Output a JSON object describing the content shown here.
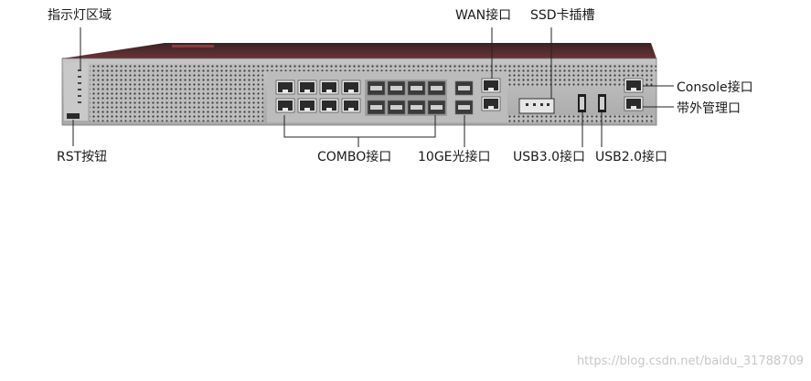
{
  "labels": {
    "indicator_area": "指示灯区域",
    "rst_button": "RST按钮",
    "wan_port": "WAN接口",
    "ssd_slot": "SSD卡插槽",
    "console_port": "Console接口",
    "mgmt_port": "带外管理口",
    "combo_port": "COMBO接口",
    "ge10_port": "10GE光接口",
    "usb3_port": "USB3.0接口",
    "usb2_port": "USB2.0接口"
  },
  "watermark": "https://blog.csdn.net/baidu_31788709",
  "icons": {
    "rj45": "ethernet-port-icon",
    "sfp": "sfp-cage-icon",
    "usb": "usb-port-icon",
    "ssd": "ssd-slot-icon",
    "vent": "vent-grille-icon"
  },
  "colors": {
    "chassis_top": "#5a2c30",
    "chassis_front": "#b8b8b8",
    "callout_line": "#222222",
    "text": "#1a1a1a"
  }
}
